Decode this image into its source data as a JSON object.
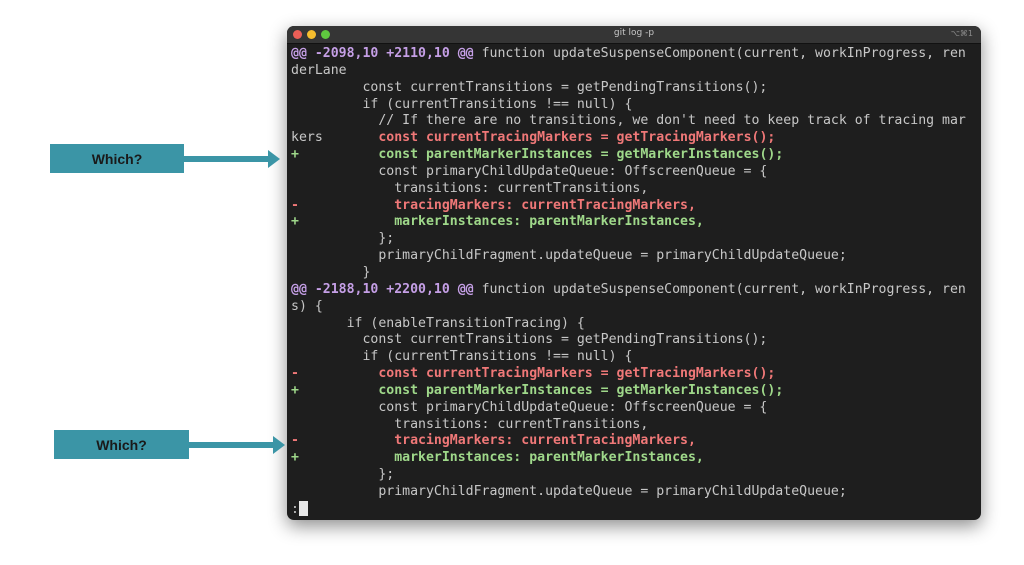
{
  "window": {
    "title": "git log -p",
    "shortcut": "⌥⌘1",
    "traffic_lights": {
      "close": "#ec5f57",
      "minimize": "#f5bd2e",
      "zoom": "#5fc73f"
    }
  },
  "colors": {
    "terminal_bg": "#1e1e1e",
    "hunk_header": "#c59fe6",
    "deleted": "#f07878",
    "added": "#9fd88a",
    "callout": "#3b95a6"
  },
  "lines": [
    {
      "type": "hunk",
      "marker": "@@ -2098,10 +2110,10 @@",
      "text": " function updateSuspenseComponent(current, workInProgress, ren"
    },
    {
      "type": "ctx",
      "text": "derLane"
    },
    {
      "type": "ctx",
      "text": "         const currentTransitions = getPendingTransitions();"
    },
    {
      "type": "ctx",
      "text": "         if (currentTransitions !== null) {"
    },
    {
      "type": "ctx",
      "text": "           // If there are no transitions, we don't need to keep track of tracing mar"
    },
    {
      "type": "del-wrap",
      "prefix": "kers       ",
      "text": "const currentTracingMarkers = getTracingMarkers();"
    },
    {
      "type": "add",
      "prefix": "+          ",
      "text": "const parentMarkerInstances = getMarkerInstances();"
    },
    {
      "type": "ctx",
      "text": "           const primaryChildUpdateQueue: OffscreenQueue = {"
    },
    {
      "type": "ctx",
      "text": "             transitions: currentTransitions,"
    },
    {
      "type": "del",
      "prefix": "-            ",
      "text": "tracingMarkers: currentTracingMarkers,"
    },
    {
      "type": "add",
      "prefix": "+            ",
      "text": "markerInstances: parentMarkerInstances,"
    },
    {
      "type": "ctx",
      "text": "           };"
    },
    {
      "type": "ctx",
      "text": "           primaryChildFragment.updateQueue = primaryChildUpdateQueue;"
    },
    {
      "type": "ctx",
      "text": "         }"
    },
    {
      "type": "hunk",
      "marker": "@@ -2188,10 +2200,10 @@",
      "text": " function updateSuspenseComponent(current, workInProgress, ren"
    },
    {
      "type": "ctx",
      "text": "s) {"
    },
    {
      "type": "ctx",
      "text": "       if (enableTransitionTracing) {"
    },
    {
      "type": "ctx",
      "text": "         const currentTransitions = getPendingTransitions();"
    },
    {
      "type": "ctx",
      "text": "         if (currentTransitions !== null) {"
    },
    {
      "type": "del",
      "prefix": "-          ",
      "text": "const currentTracingMarkers = getTracingMarkers();"
    },
    {
      "type": "add",
      "prefix": "+          ",
      "text": "const parentMarkerInstances = getMarkerInstances();"
    },
    {
      "type": "ctx",
      "text": "           const primaryChildUpdateQueue: OffscreenQueue = {"
    },
    {
      "type": "ctx",
      "text": "             transitions: currentTransitions,"
    },
    {
      "type": "del",
      "prefix": "-            ",
      "text": "tracingMarkers: currentTracingMarkers,"
    },
    {
      "type": "add",
      "prefix": "+            ",
      "text": "markerInstances: parentMarkerInstances,"
    },
    {
      "type": "ctx",
      "text": "           };"
    },
    {
      "type": "ctx",
      "text": "           primaryChildFragment.updateQueue = primaryChildUpdateQueue;"
    }
  ],
  "prompt": ":",
  "callouts": [
    {
      "label": "Which?"
    },
    {
      "label": "Which?"
    }
  ]
}
